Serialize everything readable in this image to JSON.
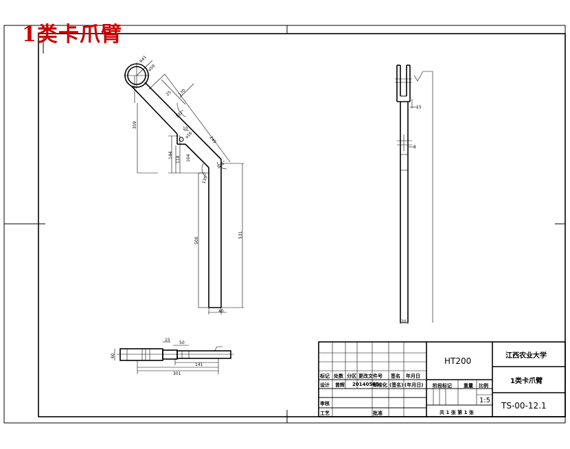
{
  "drawing_title": "1类卡爪臂",
  "dimensions": {
    "r41": "R41",
    "d50": "⌀50",
    "d170": "170",
    "d25": "25",
    "a137": "137°",
    "d249": "249",
    "d359": "359",
    "d10": "10",
    "d16": "⌀16",
    "d144": "144",
    "d118": "118",
    "d104": "104",
    "a126": "126°",
    "a135": "135°",
    "d500": "500",
    "d531": "531",
    "d40": "40",
    "s15": "15",
    "s8": "8",
    "s20": "20",
    "b15": "15",
    "b50": "50",
    "b60": "60",
    "b141": "141",
    "b301": "301"
  },
  "title_block": {
    "material": "HT200",
    "school": "江西农业大学",
    "part_name": "1类卡爪臂",
    "drawing_no": "TS-00-12.1",
    "scale": "1:5",
    "h_mark": "标记",
    "h_count": "处数",
    "h_zone": "分区",
    "h_doc": "更改文件号",
    "h_sign": "签名",
    "h_date": "年月日",
    "design": "设计",
    "designer": "曾辉",
    "student_no": "20140505",
    "std": "标准化",
    "std_sign": "(签名)",
    "std_date": "(年月日)",
    "stage_mark": "阶段标记",
    "weight": "重量",
    "ratio": "比例",
    "review": "审核",
    "process": "工艺",
    "approve": "批准",
    "sheets": "共 1 张  第 1 张"
  }
}
